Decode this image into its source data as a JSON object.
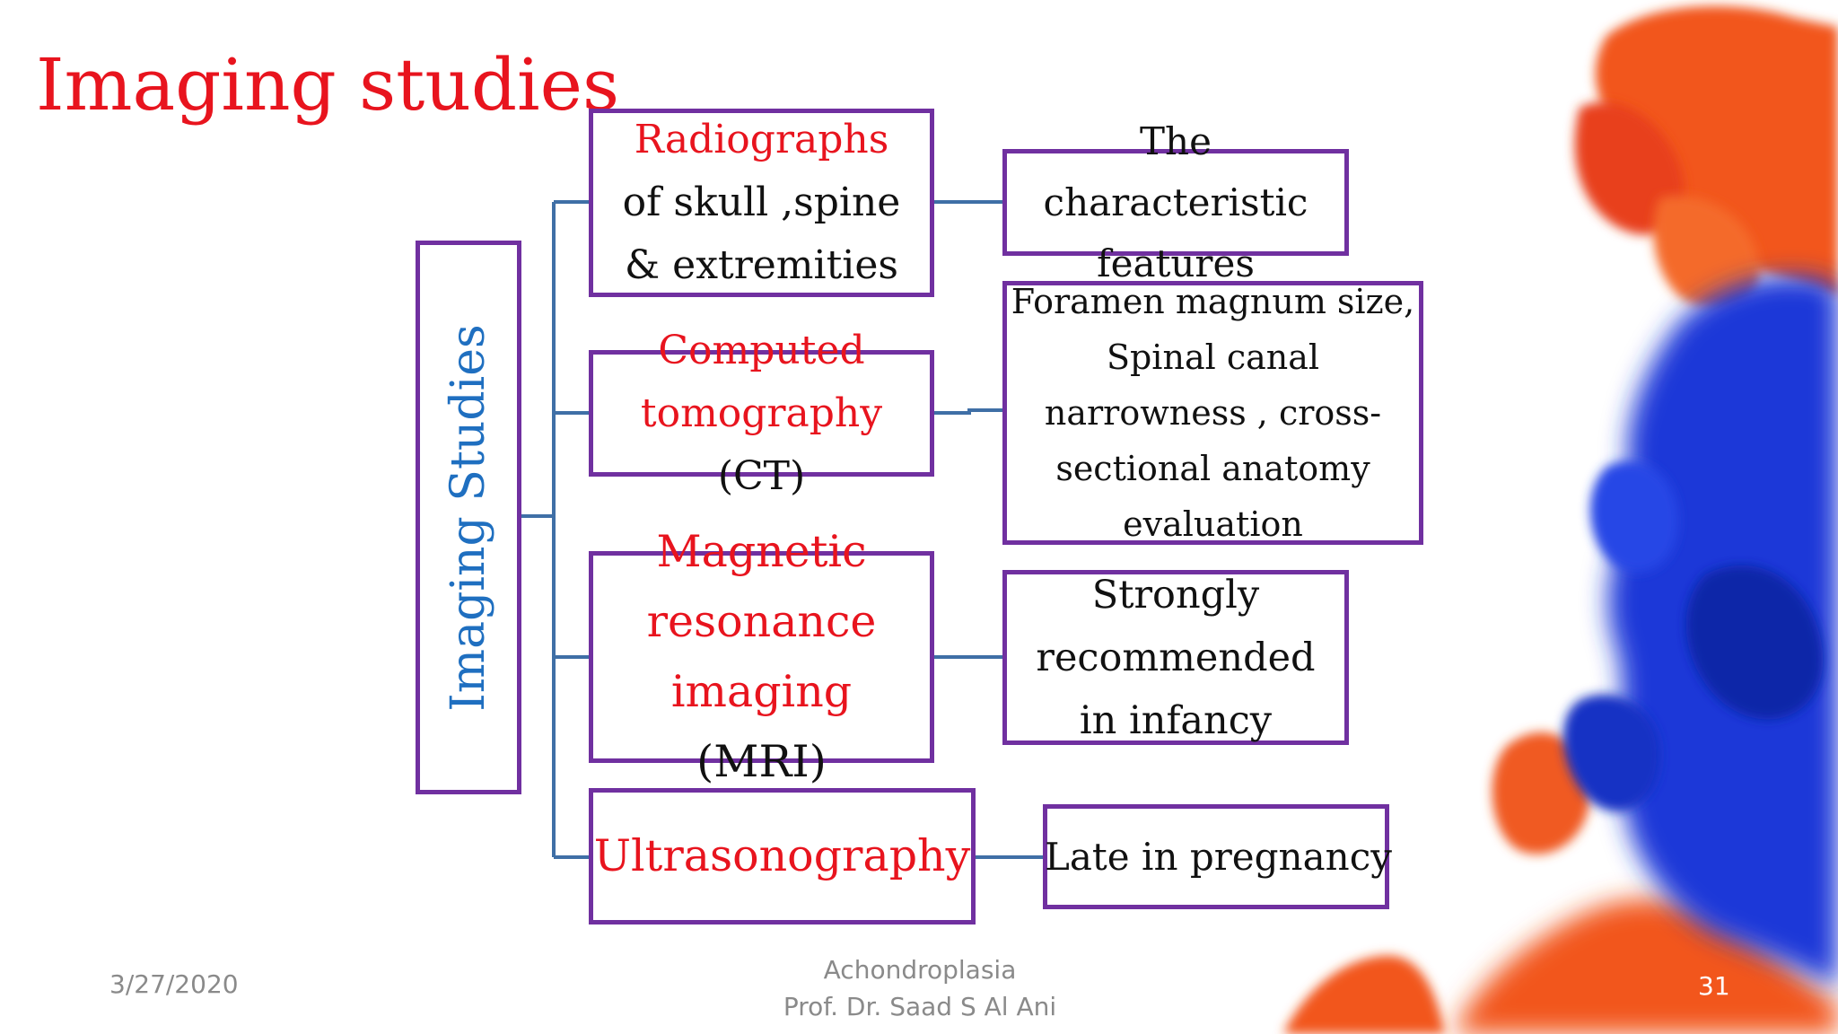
{
  "title": "Imaging studies",
  "root": {
    "label": "Imaging Studies"
  },
  "methods": [
    {
      "red": "Radiographs",
      "black": " of skull ,spine & extremities",
      "finding": "The characteristic features"
    },
    {
      "red": "Computed tomography",
      "black": " (CT)",
      "finding": "Foramen magnum size, Spinal canal narrowness , cross-sectional anatomy evaluation"
    },
    {
      "red": "Magnetic resonance imaging",
      "black": " (MRI)",
      "finding": "Strongly recommended in infancy"
    },
    {
      "red": "Ultrasonography",
      "black": "",
      "finding": "Late in pregnancy"
    }
  ],
  "footer": {
    "date": "3/27/2020",
    "topic": "Achondroplasia",
    "author": "Prof. Dr. Saad S Al Ani",
    "slide_number": "31"
  },
  "colors": {
    "title": "#e8141e",
    "box_border": "#7030a0",
    "connector": "#3f6fa6",
    "root_text": "#1f6fc0",
    "accent_orange": "#f2571f",
    "accent_blue": "#1a38d8"
  }
}
